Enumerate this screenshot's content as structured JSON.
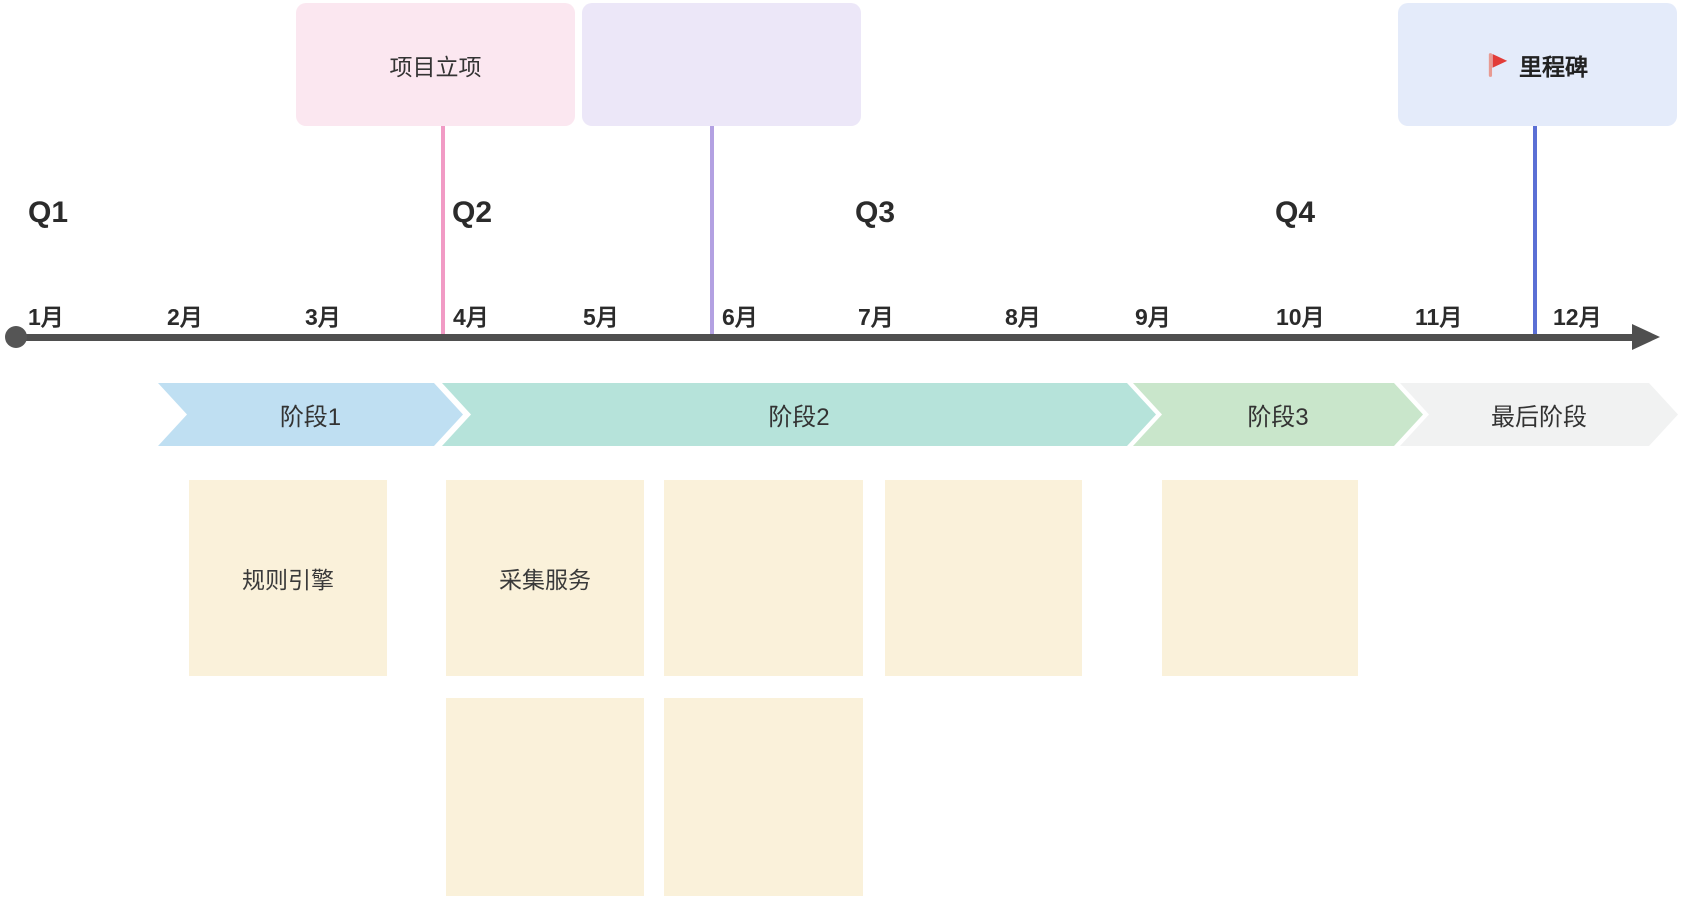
{
  "diagram": {
    "type": "project-roadmap-timeline",
    "year_span_months": 12
  },
  "callouts": [
    {
      "id": "project-kickoff",
      "label": "项目立项",
      "bg": "#fbe7f0",
      "line_color": "#f19bc5"
    },
    {
      "id": "empty-note",
      "label": "",
      "bg": "#ece7f8",
      "line_color": "#b3a1e2"
    },
    {
      "id": "milestone",
      "label": "里程碑",
      "bg": "#e4ebfa",
      "line_color": "#5b6fd5",
      "icon": "flag-icon",
      "icon_color": "#e23c38",
      "icon_pole_color": "#e89a92"
    }
  ],
  "quarters": [
    {
      "label": "Q1"
    },
    {
      "label": "Q2"
    },
    {
      "label": "Q3"
    },
    {
      "label": "Q4"
    }
  ],
  "months": [
    {
      "label": "1月"
    },
    {
      "label": "2月"
    },
    {
      "label": "3月"
    },
    {
      "label": "4月"
    },
    {
      "label": "5月"
    },
    {
      "label": "6月"
    },
    {
      "label": "7月"
    },
    {
      "label": "8月"
    },
    {
      "label": "9月"
    },
    {
      "label": "10月"
    },
    {
      "label": "11月"
    },
    {
      "label": "12月"
    }
  ],
  "phases": [
    {
      "label": "阶段1",
      "color": "#bfdff2"
    },
    {
      "label": "阶段2",
      "color": "#b6e3da"
    },
    {
      "label": "阶段3",
      "color": "#c9e6cb"
    },
    {
      "label": "最后阶段",
      "color": "#f1f2f2"
    }
  ],
  "tasks": [
    {
      "label": "规则引擎",
      "row": 1
    },
    {
      "label": "采集服务",
      "row": 1
    },
    {
      "label": "",
      "row": 1
    },
    {
      "label": "",
      "row": 1
    },
    {
      "label": "",
      "row": 1
    },
    {
      "label": "",
      "row": 2
    },
    {
      "label": "",
      "row": 2
    }
  ],
  "axis": {
    "color": "#4f4f4f",
    "dot_color": "#555555"
  },
  "task_box_color": "#faf1da"
}
